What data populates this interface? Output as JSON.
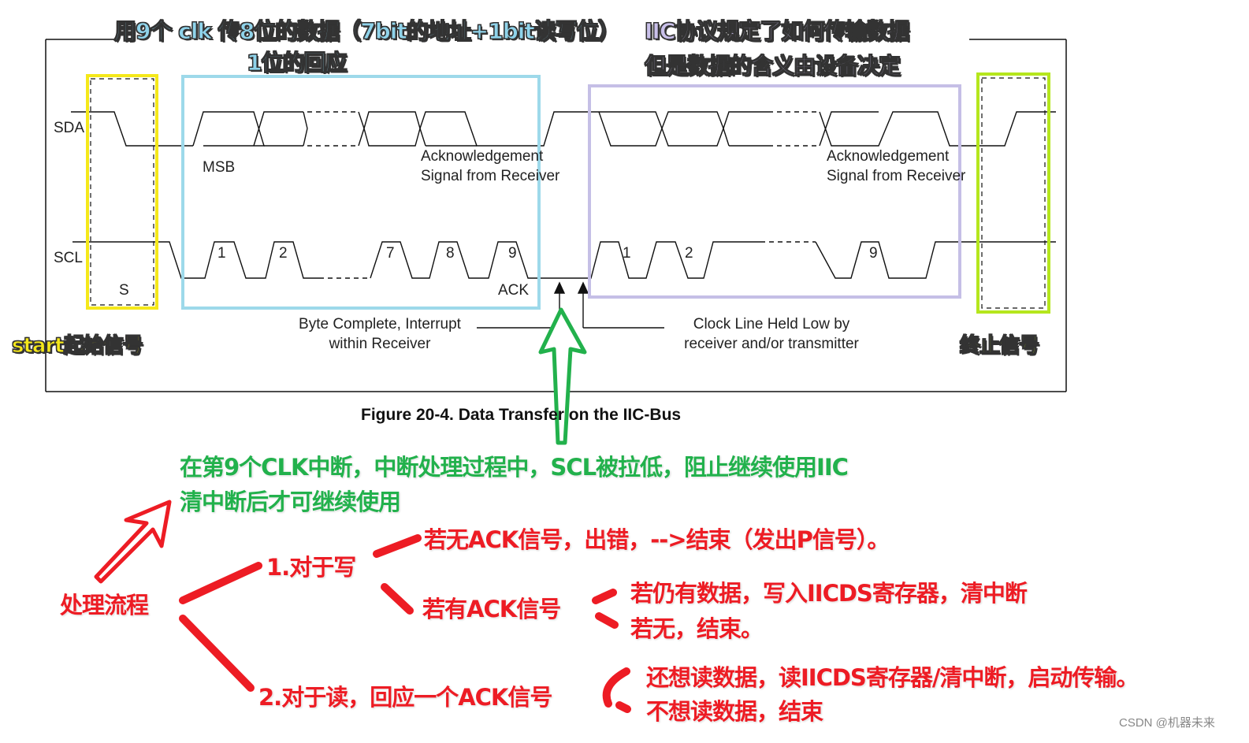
{
  "diagram": {
    "caption": "Figure 20-4. Data Transfer on the IIC-Bus",
    "signals": {
      "sda": "SDA",
      "scl": "SCL"
    },
    "labels": {
      "msb": "MSB",
      "ack_signal_1_line1": "Acknowledgement",
      "ack_signal_1_line2": "Signal from Receiver",
      "ack_signal_2_line1": "Acknowledgement",
      "ack_signal_2_line2": "Signal from Receiver",
      "start": "S",
      "ack": "ACK",
      "byte_complete_line1": "Byte Complete, Interrupt",
      "byte_complete_line2": "within Receiver",
      "clock_held_line1": "Clock Line Held Low by",
      "clock_held_line2": "receiver and/or transmitter"
    },
    "clock_numbers_first_byte": [
      "1",
      "2",
      "7",
      "8",
      "9"
    ],
    "clock_numbers_second_byte": [
      "1",
      "2",
      "9"
    ],
    "colors": {
      "start_box": "#f5e81a",
      "byte_box": "#9dd9ea",
      "second_byte_box": "#c5bfe6",
      "stop_box": "#b5e61d",
      "green_arrow": "#22b14c",
      "red_annotation": "#ed1c24"
    }
  },
  "annotations": {
    "byte_note_line1": "用9个 clk 传8位的数据（7bit的地址+1bit读写位）",
    "byte_note_line2": "1位的回应",
    "protocol_note_line1": "IIC协议规定了如何传输数据",
    "protocol_note_line2": "但是数据的含义由设备决定",
    "start_note": "start起始信号",
    "stop_note": "终止信号",
    "interrupt_note_line1": "在第9个CLK中断，中断处理过程中，SCL被拉低，阻止继续使用IIC",
    "interrupt_note_line2": "清中断后才可继续使用"
  },
  "flow": {
    "root": "处理流程",
    "write": {
      "label": "1.对于写",
      "no_ack": "若无ACK信号，出错，-->结束（发出P信号）。",
      "has_ack": "若有ACK信号",
      "has_ack_more": "若仍有数据，写入IICDS寄存器，清中断",
      "has_ack_none": "若无，结束。"
    },
    "read": {
      "label": "2.对于读，回应一个ACK信号",
      "continue": "还想读数据，读IICDS寄存器/清中断，启动传输。",
      "stop": "不想读数据，结束"
    }
  },
  "watermark": "CSDN @机器未来"
}
